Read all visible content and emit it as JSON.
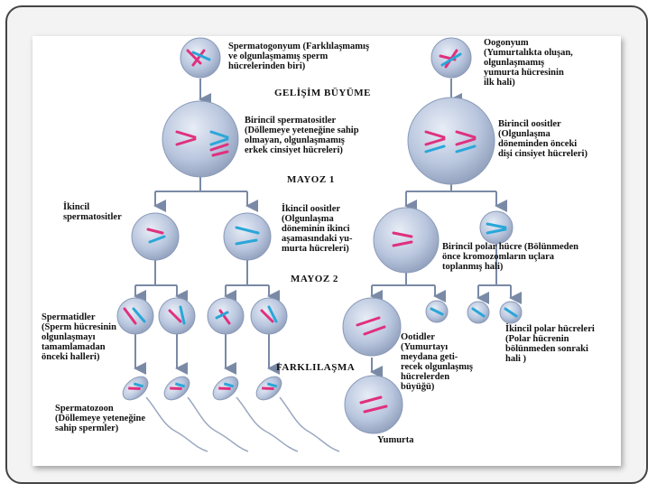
{
  "stages": {
    "growth": "GELİŞİM BÜYÜME",
    "meiosis1": "MAYOZ 1",
    "meiosis2": "MAYOZ 2",
    "differentiation": "FARKLILAŞMA"
  },
  "labels": {
    "spermatogonium": [
      "Spermatogonyum (Farklılaşmamış",
      "ve olgunlaşmamış sperm",
      "hücrelerinden biri)"
    ],
    "oogonium": [
      "Oogonyum",
      "(Yumurtalıkta oluşan,",
      "olgunlaşmamış",
      "yumurta hücresinin",
      "ilk hali)"
    ],
    "primary_spermatocyte": [
      "Birincil spermatositler",
      "(Döllemeye yeteneğine sahip",
      "olmayan, olgunlaşmamış",
      "erkek cinsiyet hücreleri)"
    ],
    "primary_oocyte": [
      "Birincil  oositler",
      "(Olgunlaşma",
      "döneminden önceki",
      "dişi cinsiyet hücreleri)"
    ],
    "secondary_spermatocyte": [
      "İkincil",
      "spermatositler"
    ],
    "secondary_oocyte": [
      "İkincil oositler",
      "(Olgunlaşma",
      "döneminin ikinci",
      "aşamasındaki yu-",
      "murta hücreleri)"
    ],
    "first_polar_body": [
      "Birincil polar hücre (Bölünmeden",
      "önce kromozomların uçlara",
      "toplanmış hali)"
    ],
    "spermatids": [
      "Spermatidler",
      "(Sperm hücresinin",
      "olgunlaşmayı",
      "tamamlamadan",
      "önceki halleri)"
    ],
    "ootids": [
      "Ootidler",
      "(Yumurtayı",
      "meydana geti-",
      "recek olgunlaşmış",
      "hücrelerden",
      "büyüğü)"
    ],
    "second_polar_bodies": [
      "İkincil polar hücreleri",
      "(Polar hücrenin",
      "bölünmeden sonraki",
      "hali )"
    ],
    "spermatozoon": [
      "Spermatozoon",
      "(Döllemeye yeteneğine",
      "sahip spermler)"
    ],
    "egg": [
      "Yumurta"
    ]
  },
  "colors": {
    "cell": "#b7c4dc",
    "cell_edge": "#8a9ab8",
    "chromosome_a": "#e0307e",
    "chromosome_b": "#2aa6d8",
    "arrow": "#7a8aa6"
  }
}
